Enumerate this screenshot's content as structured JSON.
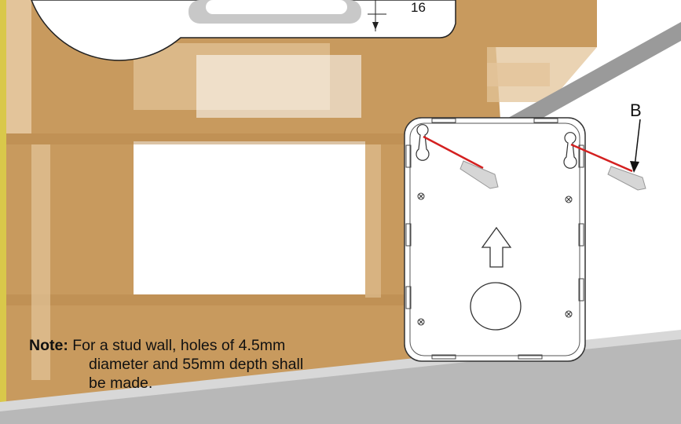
{
  "labels": {
    "dimension": "16",
    "callout": "B"
  },
  "note": {
    "label": "Note:",
    "line1": "For a stud wall, holes of 4.5mm",
    "line2": "diameter and 55mm depth shall",
    "line3": "be made."
  },
  "colors": {
    "wood": "#c89a5e",
    "wood_light": "#e3c49a",
    "wall_edge": "#9a9a9a",
    "floor": "#b8b8b8",
    "screw_line": "#d42020",
    "frame_border": "#d4c03a"
  },
  "icons": [
    "arrow-up-icon",
    "screw-anchor-icon"
  ]
}
